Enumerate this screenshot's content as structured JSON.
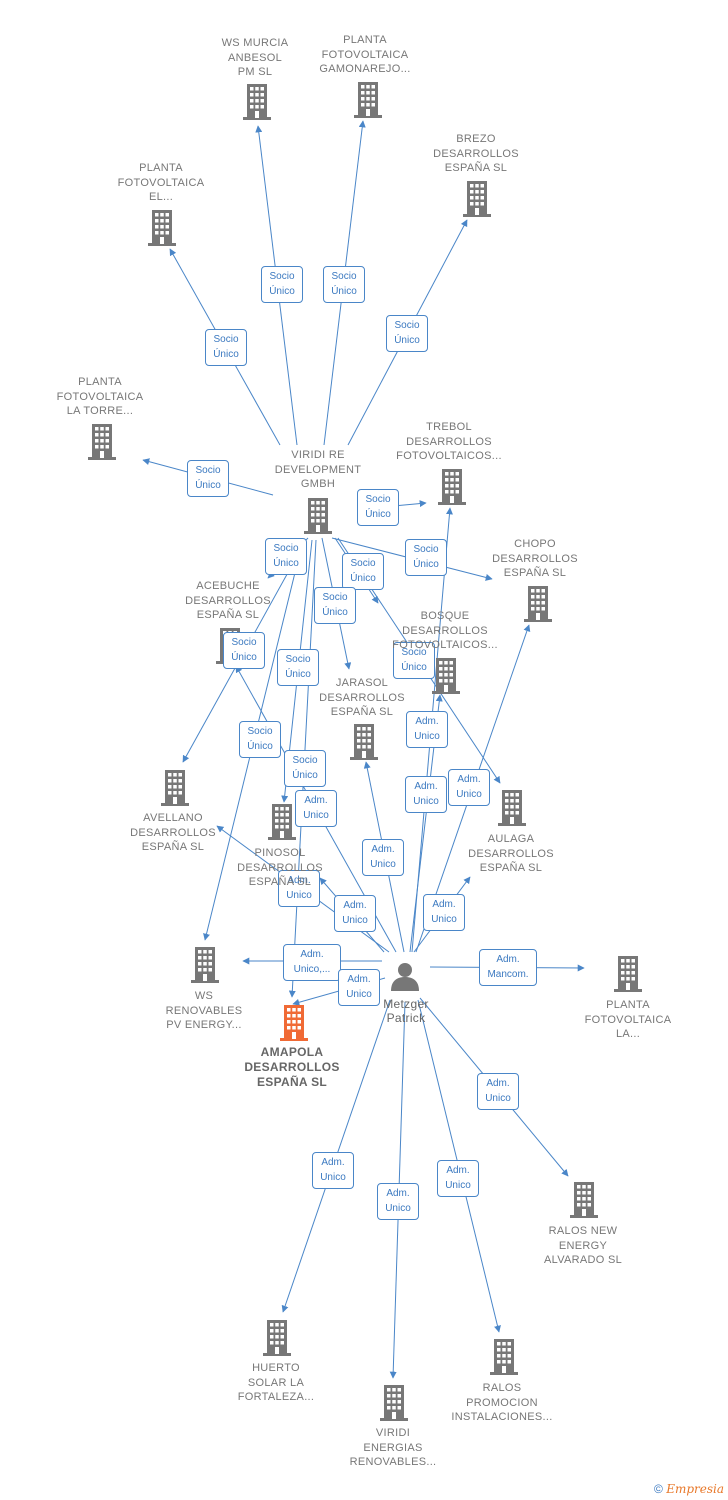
{
  "colors": {
    "edge": "#4a86c8",
    "company": "#777777",
    "focus": "#f06a35",
    "person": "#777777"
  },
  "nodes": [
    {
      "id": "viridi_re",
      "label": "VIRIDI RE\nDEVELOPMENT\nGMBH",
      "type": "company"
    },
    {
      "id": "ws_murcia",
      "label": "WS MURCIA\nANBESOL\nPM SL",
      "type": "company"
    },
    {
      "id": "gamonarejo",
      "label": "PLANTA\nFOTOVOLTAICA\nGAMONAREJO...",
      "type": "company"
    },
    {
      "id": "brezo",
      "label": "BREZO\nDESARROLLOS\nESPAÑA  SL",
      "type": "company"
    },
    {
      "id": "planta_el",
      "label": "PLANTA\nFOTOVOLTAICA\nEL...",
      "type": "company"
    },
    {
      "id": "la_torre",
      "label": "PLANTA\nFOTOVOLTAICA\nLA TORRE...",
      "type": "company"
    },
    {
      "id": "trebol",
      "label": "TREBOL\nDESARROLLOS\nFOTOVOLTAICOS...",
      "type": "company"
    },
    {
      "id": "chopo",
      "label": "CHOPO\nDESARROLLOS\nESPAÑA  SL",
      "type": "company"
    },
    {
      "id": "acebuche",
      "label": "ACEBUCHE\nDESARROLLOS\nESPAÑA  SL",
      "type": "company"
    },
    {
      "id": "bosque",
      "label": "BOSQUE\nDESARROLLOS\nFOTOVOLTAICOS...",
      "type": "company"
    },
    {
      "id": "jarasol",
      "label": "JARASOL\nDESARROLLOS\nESPAÑA  SL",
      "type": "company"
    },
    {
      "id": "avellano",
      "label": "AVELLANO\nDESARROLLOS\nESPAÑA  SL",
      "type": "company"
    },
    {
      "id": "pinosol",
      "label": "PINOSOL\nDESARROLLOS\nESPAÑA SL",
      "type": "company"
    },
    {
      "id": "aulaga",
      "label": "AULAGA\nDESARROLLOS\nESPAÑA  SL",
      "type": "company"
    },
    {
      "id": "ws_renovables",
      "label": "WS\nRENOVABLES\nPV ENERGY...",
      "type": "company"
    },
    {
      "id": "amapola",
      "label": "AMAPOLA\nDESARROLLOS\nESPAÑA  SL",
      "type": "focus"
    },
    {
      "id": "planta_la",
      "label": "PLANTA\nFOTOVOLTAICA\nLA...",
      "type": "company"
    },
    {
      "id": "ralos_new",
      "label": "RALOS NEW\nENERGY\nALVARADO  SL",
      "type": "company"
    },
    {
      "id": "huerto",
      "label": "HUERTO\nSOLAR LA\nFORTALEZA...",
      "type": "company"
    },
    {
      "id": "viridi_energias",
      "label": "VIRIDI\nENERGIAS\nRENOVABLES...",
      "type": "company"
    },
    {
      "id": "ralos_promocion",
      "label": "RALOS\nPROMOCION\nINSTALACIONES...",
      "type": "company"
    },
    {
      "id": "metzger",
      "label": "Metzger\nPatrick",
      "type": "person"
    }
  ],
  "edges": [
    {
      "from": "viridi_re",
      "to": "ws_murcia",
      "label": "Socio\nÚnico"
    },
    {
      "from": "viridi_re",
      "to": "gamonarejo",
      "label": "Socio\nÚnico"
    },
    {
      "from": "viridi_re",
      "to": "brezo",
      "label": "Socio\nÚnico"
    },
    {
      "from": "viridi_re",
      "to": "planta_el",
      "label": "Socio\nÚnico"
    },
    {
      "from": "viridi_re",
      "to": "la_torre",
      "label": "Socio\nÚnico"
    },
    {
      "from": "viridi_re",
      "to": "trebol",
      "label": "Socio\nÚnico"
    },
    {
      "from": "viridi_re",
      "to": "chopo",
      "label": "Socio\nÚnico"
    },
    {
      "from": "viridi_re",
      "to": "acebuche",
      "label": "Socio\nÚnico"
    },
    {
      "from": "viridi_re",
      "to": "bosque",
      "label": "Socio\nÚnico"
    },
    {
      "from": "viridi_re",
      "to": "jarasol",
      "label": "Socio\nÚnico"
    },
    {
      "from": "viridi_re",
      "to": "avellano",
      "label": "Socio\nÚnico"
    },
    {
      "from": "viridi_re",
      "to": "pinosol",
      "label": "Socio\nÚnico"
    },
    {
      "from": "viridi_re",
      "to": "aulaga",
      "label": "Socio\nÚnico"
    },
    {
      "from": "viridi_re",
      "to": "ws_renovables",
      "label": "Socio\nÚnico"
    },
    {
      "from": "viridi_re",
      "to": "amapola",
      "label": "Socio\nÚnico"
    },
    {
      "from": "metzger",
      "to": "trebol",
      "label": "Adm.\nUnico"
    },
    {
      "from": "metzger",
      "to": "chopo",
      "label": "Adm.\nUnico"
    },
    {
      "from": "metzger",
      "to": "acebuche",
      "label": "Adm.\nUnico"
    },
    {
      "from": "metzger",
      "to": "bosque",
      "label": "Adm.\nUnico"
    },
    {
      "from": "metzger",
      "to": "jarasol",
      "label": "Adm.\nUnico"
    },
    {
      "from": "metzger",
      "to": "avellano",
      "label": "Adm.\nUnico"
    },
    {
      "from": "metzger",
      "to": "pinosol",
      "label": "Adm.\nUnico"
    },
    {
      "from": "metzger",
      "to": "aulaga",
      "label": "Adm.\nUnico"
    },
    {
      "from": "metzger",
      "to": "ws_renovables",
      "label": "Adm.\nUnico,..."
    },
    {
      "from": "metzger",
      "to": "amapola",
      "label": "Adm.\nUnico"
    },
    {
      "from": "metzger",
      "to": "planta_la",
      "label": "Adm.\nMancom."
    },
    {
      "from": "metzger",
      "to": "ralos_new",
      "label": "Adm.\nUnico"
    },
    {
      "from": "metzger",
      "to": "huerto",
      "label": "Adm.\nUnico"
    },
    {
      "from": "metzger",
      "to": "viridi_energias",
      "label": "Adm.\nUnico"
    },
    {
      "from": "metzger",
      "to": "ralos_promocion",
      "label": "Adm.\nUnico"
    }
  ],
  "footer": {
    "copyright": "©",
    "brand": "Empresia"
  }
}
